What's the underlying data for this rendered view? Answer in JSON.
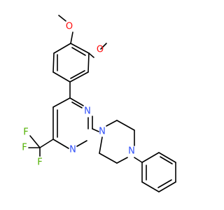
{
  "molecule": {
    "atom_labels": {
      "o_top": "O",
      "o_right": "O",
      "n_pyr_top": "N",
      "n_pyr_bottom": "N",
      "n_pip_1": "N",
      "n_pip_4": "N",
      "f_top": "F",
      "f_left": "F",
      "f_bottom": "F"
    },
    "colors": {
      "oxygen": "#ff0d0d",
      "nitrogen": "#3050f8",
      "fluorine": "#50b000",
      "bond": "#000000"
    }
  }
}
